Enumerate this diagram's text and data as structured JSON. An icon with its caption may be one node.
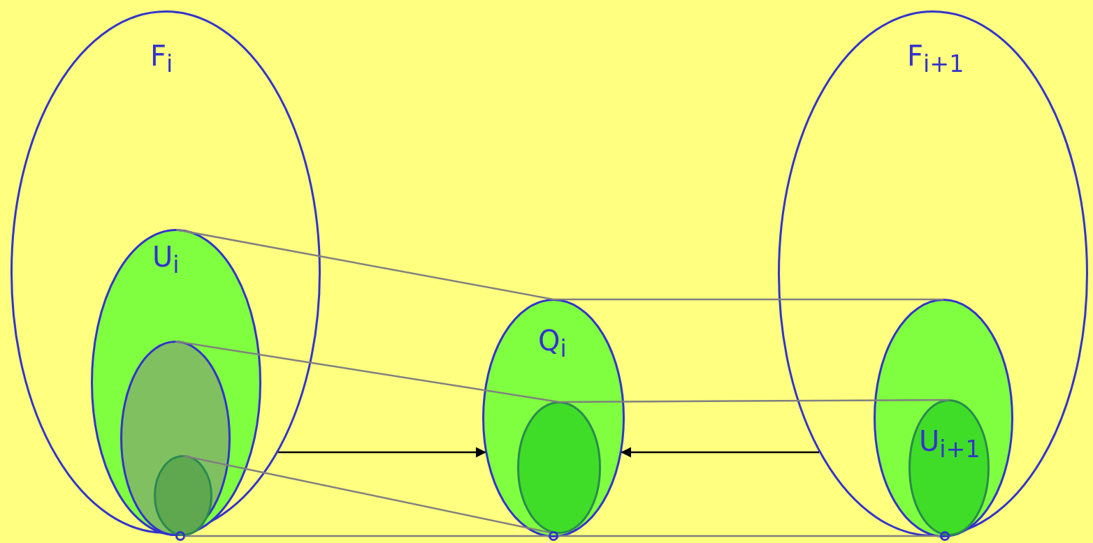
{
  "diagram": {
    "nodes": [
      {
        "text": [
          "F$_{i}$"
        ]
      },
      {
        "text": [
          "U$_{i}$"
        ],
        "in": 0
      },
      {
        "text": [],
        "shape": "ellipse",
        "in": 1
      },
      {
        "text": [],
        "shape": "ellipse",
        "in": 2
      },
      {
        "text": [],
        "shape": "circle"
      },
      {
        "text": [
          "Q$_{i}$"
        ]
      },
      {
        "text": [],
        "shape": "ellipse",
        "in": 5
      },
      {
        "text": [],
        "shape": "circle"
      },
      {
        "text": [
          "F$_{i+1}$"
        ]
      },
      {
        "text": [],
        "shape": "ellipse",
        "in": 8
      },
      {
        "text": [
          "U$_{i+1}$"
        ],
        "in": 9
      },
      {
        "text": [],
        "shape": "circle"
      }
    ],
    "edges": [
      {
        "from": 1,
        "to": 5,
        "arrow": "none"
      },
      {
        "from": 5,
        "to": 9,
        "arrow": "none"
      },
      {
        "from": 2,
        "to": 6,
        "arrow": "none"
      },
      {
        "from": 6,
        "to": 10,
        "arrow": "none"
      },
      {
        "from": 3,
        "to": 7,
        "arrow": "none"
      },
      {
        "from": 4,
        "to": 7,
        "arrow": "none"
      },
      {
        "from": 7,
        "to": 11,
        "arrow": "none"
      },
      {
        "from": 0,
        "to": 5,
        "arrow": "to",
        "color": "#000000"
      },
      {
        "from": 8,
        "to": 5,
        "arrow": "to",
        "color": "#000000"
      }
    ]
  }
}
